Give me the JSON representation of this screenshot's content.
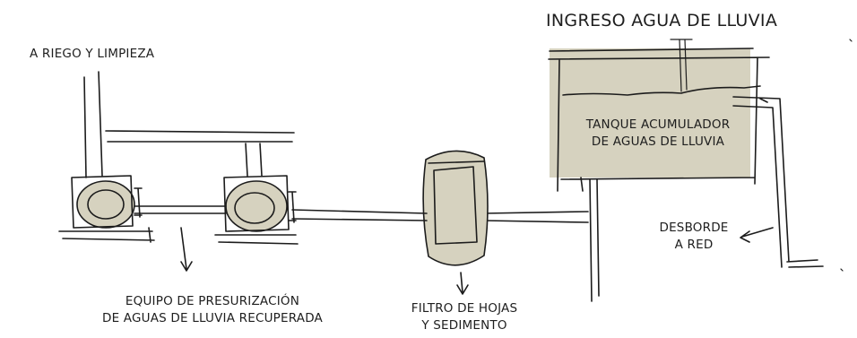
{
  "labels": {
    "title": "INGRESO AGUA DE LLUVIA",
    "riego": "A RIEGO Y LIMPIEZA",
    "tanque": [
      "TANQUE ACUMULADOR",
      "DE AGUAS DE LLUVIA"
    ],
    "desborde": [
      "DESBORDE",
      "A RED"
    ],
    "equipo": [
      "EQUIPO DE PRESURIZACIÓN",
      "DE AGUAS DE LLUVIA RECUPERADA"
    ],
    "filtro": [
      "FILTRO DE HOJAS",
      "Y SEDIMENTO"
    ]
  },
  "colors": {
    "fill": "#d6d2bf",
    "ink": "#1c1c1c"
  }
}
